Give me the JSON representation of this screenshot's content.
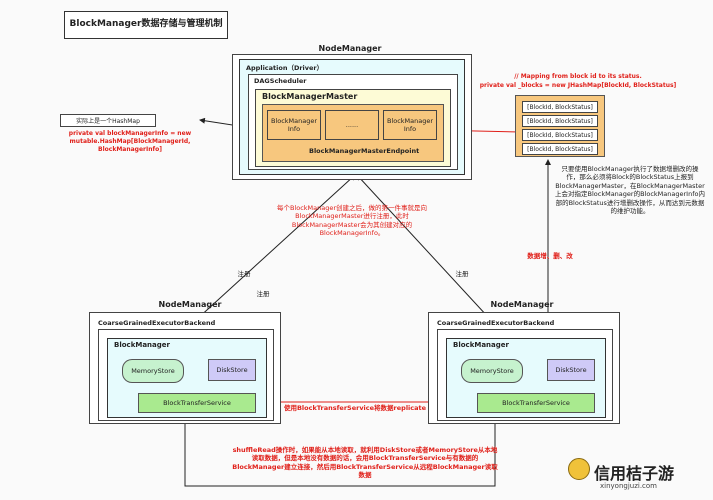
{
  "title": "BlockManager数据存储与管理机制",
  "driver": {
    "node_label": "NodeManager",
    "application_label": "Application（Driver）",
    "dag_label": "DAGScheduler",
    "master_label": "BlockManagerMaster",
    "info_left": "BlockManager Info",
    "info_mid": "......",
    "info_right": "BlockManager Info",
    "endpoint_label": "BlockManagerMasterEndpoint"
  },
  "hashmap_box": "实际上是一个HashMap",
  "hashmap_code": "private val blockManagerInfo = new mutable.HashMap[BlockManagerId, BlockManagerInfo]",
  "mapping_code_1": "// Mapping from block id to its status.",
  "mapping_code_2": "private val _blocks = new JHashMap[BlockId, BlockStatus]",
  "status_items": [
    "[BlockId, BlockStatus]",
    "[BlockId, BlockStatus]",
    "[BlockId, BlockStatus]",
    "[BlockId, BlockStatus]"
  ],
  "status_note": "只要使用BlockManager执行了数据增删改的操作，那么必须将Block的BlockStatus上报到BlockManagerMaster，在BlockManagerMaster上会对指定BlockManager的BlockManagerInfo内部的BlockStatus进行增删改操作，从而达到元数据的维护功能。",
  "crud_label": "数据增、删、改",
  "register_note": "每个BlockManager创建之后，做的第一件事就是向BlockManagerMaster进行注册，此时BlockManagerMaster会为其创建对应的BlockManagerInfo。",
  "register_left": "注册",
  "register_right": "注册",
  "register_left2": "注册",
  "executors": [
    {
      "node_label": "NodeManager",
      "backend_label": "CoarseGrainedExecutorBackend",
      "bm_label": "BlockManager",
      "memory_store": "MemoryStore",
      "disk_store": "DiskStore",
      "transfer_service": "BlockTransferService"
    },
    {
      "node_label": "NodeManager",
      "backend_label": "CoarseGrainedExecutorBackend",
      "bm_label": "BlockManager",
      "memory_store": "MemoryStore",
      "disk_store": "DiskStore",
      "transfer_service": "BlockTransferService"
    }
  ],
  "replicate_label": "使用BlockTransferService将数据replicate",
  "shuffle_note": "shuffleRead操作时，如果能从本地读取，就利用DiskStore或者MemoryStore从本地读取数据，但是本地没有数据的话，会用BlockTransferService与有数据的BlockManager建立连接，然后用BlockTransferService从远程BlockManager读取数据",
  "watermark": "信用桔子游",
  "watermark_sub": "xinyongjuzi.com",
  "colors": {
    "red": "#e0201a",
    "cyan_fill": "#e6fbfd",
    "yellow_fill": "#fdfbd6",
    "orange_fill": "#f7c77e",
    "green_fill": "#a9ea8f",
    "lavender_fill": "#cfcaf7"
  }
}
